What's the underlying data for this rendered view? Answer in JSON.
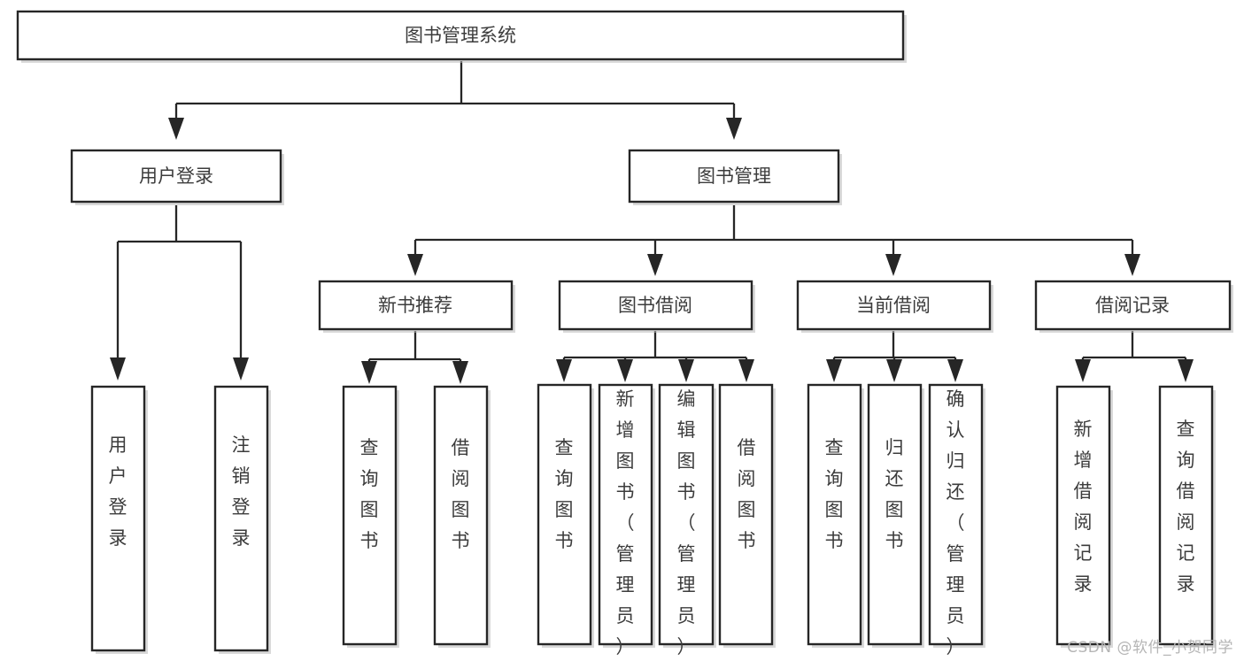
{
  "diagram": {
    "title": "图书管理系统",
    "type": "tree-hierarchy",
    "root": {
      "id": "root",
      "label": "图书管理系统"
    },
    "level2": [
      {
        "id": "user-login",
        "label": "用户登录"
      },
      {
        "id": "book-manage",
        "label": "图书管理"
      }
    ],
    "level3": [
      {
        "id": "new-book-rec",
        "label": "新书推荐",
        "parent": "book-manage"
      },
      {
        "id": "book-borrow",
        "label": "图书借阅",
        "parent": "book-manage"
      },
      {
        "id": "current-borrow",
        "label": "当前借阅",
        "parent": "book-manage"
      },
      {
        "id": "borrow-record",
        "label": "借阅记录",
        "parent": "book-manage"
      }
    ],
    "leaves": [
      {
        "id": "leaf-user-login",
        "label": "用户登录",
        "parent": "user-login"
      },
      {
        "id": "leaf-logout-login",
        "label": "注销登录",
        "parent": "user-login"
      },
      {
        "id": "leaf-query-book-1",
        "label": "查询图书",
        "parent": "new-book-rec"
      },
      {
        "id": "leaf-borrow-book-1",
        "label": "借阅图书",
        "parent": "new-book-rec"
      },
      {
        "id": "leaf-query-book-2",
        "label": "查询图书",
        "parent": "book-borrow"
      },
      {
        "id": "leaf-add-book",
        "label": "新增图书（管理员）",
        "parent": "book-borrow"
      },
      {
        "id": "leaf-edit-book",
        "label": "编辑图书（管理员）",
        "parent": "book-borrow"
      },
      {
        "id": "leaf-borrow-book-2",
        "label": "借阅图书",
        "parent": "book-borrow"
      },
      {
        "id": "leaf-query-book-3",
        "label": "查询图书",
        "parent": "current-borrow"
      },
      {
        "id": "leaf-return-book",
        "label": "归还图书",
        "parent": "current-borrow"
      },
      {
        "id": "leaf-confirm-return",
        "label": "确认归还（管理员）",
        "parent": "current-borrow"
      },
      {
        "id": "leaf-add-record",
        "label": "新增借阅记录",
        "parent": "borrow-record"
      },
      {
        "id": "leaf-query-record",
        "label": "查询借阅记录",
        "parent": "borrow-record"
      }
    ],
    "colors": {
      "stroke": "#262626",
      "fill": "#ffffff",
      "text": "#3c3c3c",
      "shadow": "#b9b9b9",
      "watermark": "#b5b5b5"
    }
  },
  "watermark": {
    "text": "CSDN @软件_小贺同学"
  }
}
